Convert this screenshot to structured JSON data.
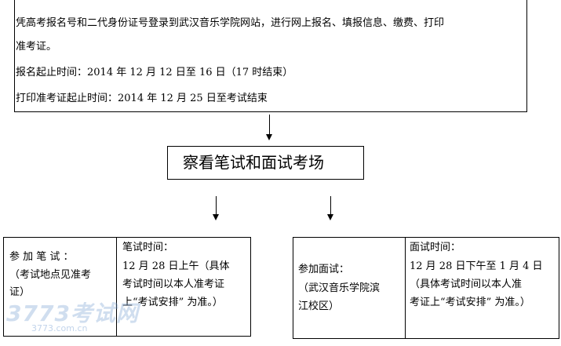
{
  "top_box": {
    "line1": "凭高考报名号和二代身份证号登录到武汉音乐学院网站，进行网上报名、填报信息、缴费、打印",
    "line2": "准考证。",
    "line3": "报名起止时间：2014 年 12 月 12 日至 16 日（17 时结束）",
    "line4": "打印准考证起止时间：2014 年 12 月 25 日至考试结束"
  },
  "middle_box": {
    "label": "察看笔试和面试考场"
  },
  "written_exam": {
    "title_l1": "参 加 笔 试 ：",
    "title_l2": "（考试地点见准考",
    "title_l3": "证）",
    "time_l1": "笔试时间：",
    "time_l2": "12 月 28 日上午（具体",
    "time_l3": "考试时间以本人准考证",
    "time_l4": "上“考试安排” 为准。）"
  },
  "interview": {
    "title_l1": "参加面试：",
    "title_l2": "（武汉音乐学院滨",
    "title_l3": "江校区）",
    "time_l1": "面试时间：",
    "time_l2": "12 月 28 日下午至 1 月 4 日",
    "time_l3": "（具体考试时间以本人准",
    "time_l4": "考证上“考试安排” 为准。）"
  },
  "watermark": {
    "brand": "3773考试网",
    "url": "3773.com.cn"
  }
}
